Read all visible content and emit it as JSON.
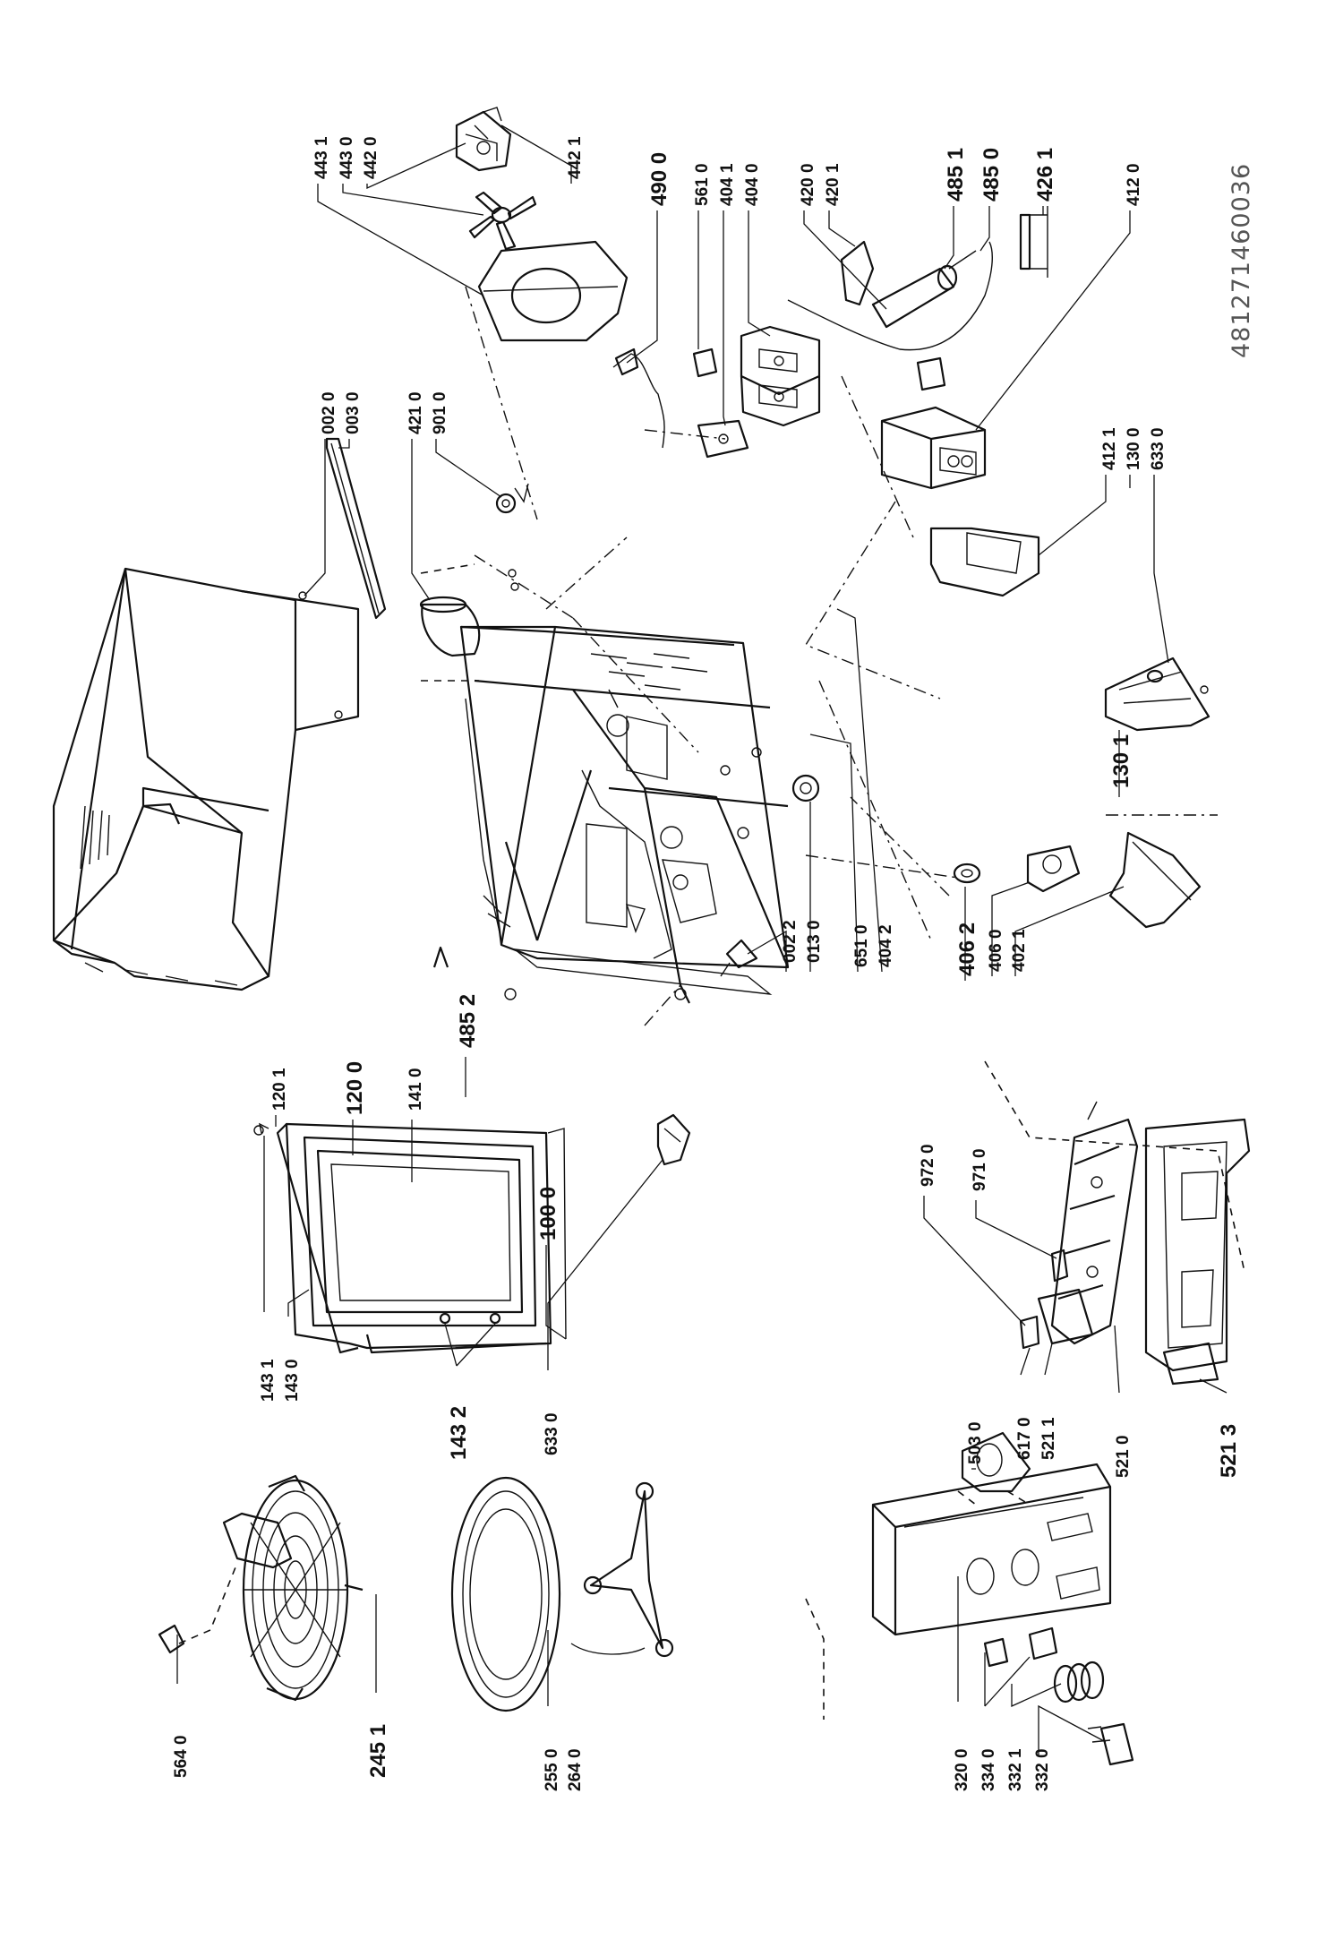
{
  "document": {
    "number": "481271460036"
  },
  "labels": [
    {
      "id": "l-564-0",
      "text": "564 0",
      "big": false
    },
    {
      "id": "l-245-1",
      "text": "245 1",
      "big": true
    },
    {
      "id": "l-255-0",
      "text": "255 0",
      "big": false
    },
    {
      "id": "l-264-0",
      "text": "264 0",
      "big": false
    },
    {
      "id": "l-320-0",
      "text": "320 0",
      "big": false
    },
    {
      "id": "l-334-0",
      "text": "334 0",
      "big": false
    },
    {
      "id": "l-332-1",
      "text": "332 1",
      "big": false
    },
    {
      "id": "l-332-0",
      "text": "332 0",
      "big": false
    },
    {
      "id": "l-143-1",
      "text": "143 1",
      "big": false
    },
    {
      "id": "l-143-0",
      "text": "143 0",
      "big": false
    },
    {
      "id": "l-143-2",
      "text": "143 2",
      "big": true
    },
    {
      "id": "l-633-0a",
      "text": "633 0",
      "big": false
    },
    {
      "id": "l-120-1",
      "text": "120 1",
      "big": false
    },
    {
      "id": "l-120-0",
      "text": "120 0",
      "big": true
    },
    {
      "id": "l-141-0",
      "text": "141 0",
      "big": false
    },
    {
      "id": "l-485-2",
      "text": "485 2",
      "big": true
    },
    {
      "id": "l-100-0",
      "text": "100 0",
      "big": true
    },
    {
      "id": "l-503-0",
      "text": "503 0",
      "big": false
    },
    {
      "id": "l-617-0",
      "text": "617 0",
      "big": false
    },
    {
      "id": "l-521-1",
      "text": "521 1",
      "big": false
    },
    {
      "id": "l-521-0",
      "text": "521 0",
      "big": false
    },
    {
      "id": "l-521-3",
      "text": "521 3",
      "big": true
    },
    {
      "id": "l-972-0",
      "text": "972 0",
      "big": false
    },
    {
      "id": "l-971-0",
      "text": "971 0",
      "big": false
    },
    {
      "id": "l-002-2",
      "text": "002 2",
      "big": false
    },
    {
      "id": "l-013-0",
      "text": "013 0",
      "big": false
    },
    {
      "id": "l-651-0",
      "text": "651 0",
      "big": false
    },
    {
      "id": "l-404-2",
      "text": "404 2",
      "big": false
    },
    {
      "id": "l-406-2",
      "text": "406 2",
      "big": true
    },
    {
      "id": "l-406-0",
      "text": "406 0",
      "big": false
    },
    {
      "id": "l-402-1",
      "text": "402 1",
      "big": false
    },
    {
      "id": "l-130-1",
      "text": "130 1",
      "big": true
    },
    {
      "id": "l-412-1",
      "text": "412 1",
      "big": false
    },
    {
      "id": "l-130-0",
      "text": "130 0",
      "big": false
    },
    {
      "id": "l-633-0b",
      "text": "633 0",
      "big": false
    },
    {
      "id": "l-412-0",
      "text": "412 0",
      "big": false
    },
    {
      "id": "l-426-1",
      "text": "426 1",
      "big": true
    },
    {
      "id": "l-485-0",
      "text": "485 0",
      "big": true
    },
    {
      "id": "l-485-1",
      "text": "485 1",
      "big": true
    },
    {
      "id": "l-420-1",
      "text": "420 1",
      "big": false
    },
    {
      "id": "l-420-0",
      "text": "420 0",
      "big": false
    },
    {
      "id": "l-404-0",
      "text": "404 0",
      "big": false
    },
    {
      "id": "l-404-1",
      "text": "404 1",
      "big": false
    },
    {
      "id": "l-561-0",
      "text": "561 0",
      "big": false
    },
    {
      "id": "l-490-0",
      "text": "490 0",
      "big": true
    },
    {
      "id": "l-002-0",
      "text": "002 0",
      "big": false
    },
    {
      "id": "l-003-0",
      "text": "003 0",
      "big": false
    },
    {
      "id": "l-421-0",
      "text": "421 0",
      "big": false
    },
    {
      "id": "l-901-0",
      "text": "901 0",
      "big": false
    },
    {
      "id": "l-443-1",
      "text": "443 1",
      "big": false
    },
    {
      "id": "l-443-0",
      "text": "443 0",
      "big": false
    },
    {
      "id": "l-442-0",
      "text": "442 0",
      "big": false
    },
    {
      "id": "l-442-1",
      "text": "442 1",
      "big": false
    }
  ]
}
